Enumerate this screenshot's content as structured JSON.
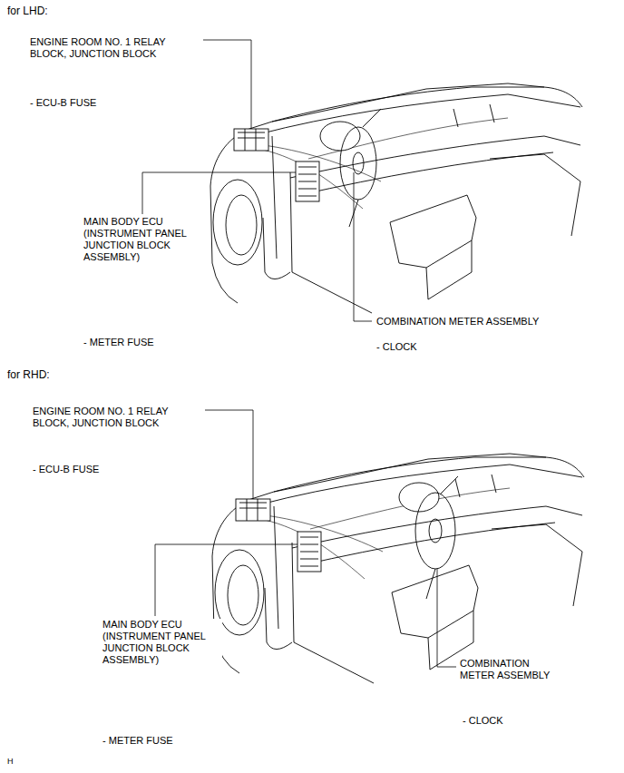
{
  "diagram": {
    "labels": [
      "for LHD:",
      "ENGINE ROOM NO. 1 RELAY BLOCK, JUNCTION BLOCK",
      "- ECU-B FUSE",
      "MAIN BODY ECU (INSTRUMENT PANEL JUNCTION BLOCK ASSEMBLY)",
      "COMBINATION METER ASSEMBLY",
      "- METER FUSE",
      "- CLOCK",
      "for RHD:",
      "ENGINE ROOM NO. 1 RELAY BLOCK, JUNCTION BLOCK",
      "- ECU-B FUSE",
      "MAIN BODY ECU (INSTRUMENT PANEL JUNCTION BLOCK ASSEMBLY)",
      "COMBINATION METER ASSEMBLY",
      "- CLOCK",
      "- METER FUSE",
      "H"
    ]
  }
}
